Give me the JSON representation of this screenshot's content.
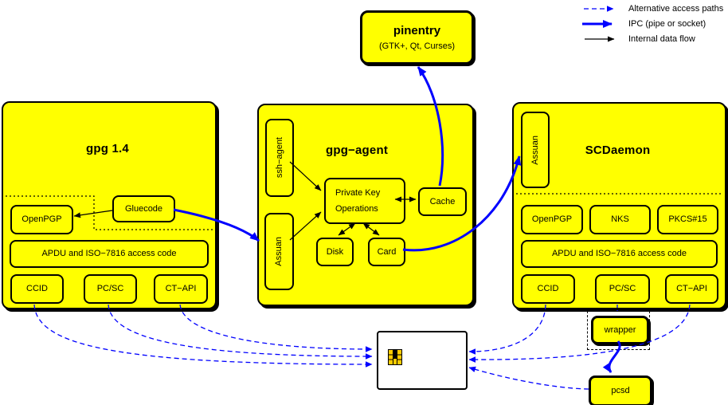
{
  "legend": {
    "alt": "Alternative access paths",
    "ipc": "IPC (pipe or socket)",
    "internal": "Internal data flow"
  },
  "pinentry": {
    "title": "pinentry",
    "subtitle": "(GTK+, Qt, Curses)"
  },
  "gpg14": {
    "title": "gpg 1.4",
    "openpgp": "OpenPGP",
    "gluecode": "Gluecode",
    "apdu": "APDU and ISO−7816 access code",
    "ccid": "CCID",
    "pcsc": "PC/SC",
    "ctapi": "CT−API"
  },
  "gpg_agent": {
    "title": "gpg−agent",
    "ssh_agent": "ssh−agent",
    "assuan": "Assuan",
    "private_key_line1": "Private Key",
    "private_key_line2": "Operations",
    "cache": "Cache",
    "disk": "Disk",
    "card": "Card"
  },
  "scdaemon": {
    "title": "SCDaemon",
    "assuan": "Assuan",
    "openpgp": "OpenPGP",
    "nks": "NKS",
    "pkcs15": "PKCS#15",
    "apdu": "APDU and ISO−7816 access code",
    "ccid": "CCID",
    "pcsc": "PC/SC",
    "ctapi": "CT−API"
  },
  "helpers": {
    "wrapper": "wrapper",
    "pcsd": "pcsd"
  },
  "colors": {
    "panel_yellow": "#ffff00",
    "line_blue": "#0000ff",
    "line_black": "#000000",
    "chip_gold": "#ffcc00",
    "card_white": "#ffffff"
  },
  "edges": [
    {
      "from": "gluecode",
      "to": "gpg-agent.assuan",
      "type": "ipc"
    },
    {
      "from": "gpg-agent.card",
      "to": "scdaemon.assuan",
      "type": "ipc"
    },
    {
      "from": "gpg-agent.cache",
      "to": "pinentry",
      "type": "ipc"
    },
    {
      "from": "wrapper",
      "to": "pcsd",
      "type": "ipc"
    },
    {
      "from": "gluecode",
      "to": "gpg14.openpgp",
      "type": "internal"
    },
    {
      "from": "ssh-agent",
      "to": "private-key-operations",
      "type": "internal"
    },
    {
      "from": "gpg-agent.assuan",
      "to": "private-key-operations",
      "type": "internal"
    },
    {
      "from": "private-key-operations",
      "to": "cache",
      "type": "internal-bidirectional"
    },
    {
      "from": "private-key-operations",
      "to": "disk",
      "type": "internal-bidirectional"
    },
    {
      "from": "private-key-operations",
      "to": "card",
      "type": "internal-bidirectional"
    },
    {
      "from": "gpg14.ccid",
      "to": "smartcard",
      "type": "alternative"
    },
    {
      "from": "gpg14.pcsc",
      "to": "smartcard",
      "type": "alternative"
    },
    {
      "from": "gpg14.ctapi",
      "to": "smartcard",
      "type": "alternative"
    },
    {
      "from": "scdaemon.ccid",
      "to": "smartcard",
      "type": "alternative"
    },
    {
      "from": "scdaemon.ctapi",
      "to": "smartcard",
      "type": "alternative"
    },
    {
      "from": "scdaemon.pcsc",
      "to": "wrapper",
      "type": "alternative"
    },
    {
      "from": "pcsd",
      "to": "smartcard",
      "type": "alternative"
    }
  ]
}
